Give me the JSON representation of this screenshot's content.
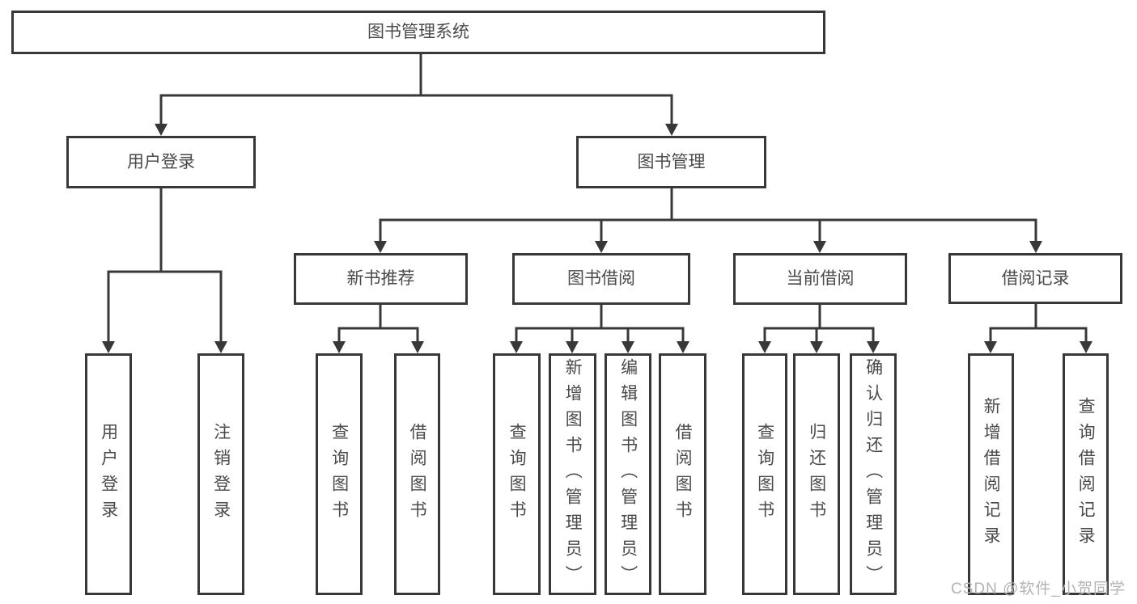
{
  "diagram": {
    "root": {
      "label": "图书管理系统"
    },
    "children": [
      {
        "label": "用户登录",
        "children": [
          {
            "label": "用户登录"
          },
          {
            "label": "注销登录"
          }
        ]
      },
      {
        "label": "图书管理",
        "children": [
          {
            "label": "新书推荐",
            "children": [
              {
                "label": "查询图书"
              },
              {
                "label": "借阅图书"
              }
            ]
          },
          {
            "label": "图书借阅",
            "children": [
              {
                "label": "查询图书"
              },
              {
                "label": "新增图书（管理员）"
              },
              {
                "label": "编辑图书（管理员）"
              },
              {
                "label": "借阅图书"
              }
            ]
          },
          {
            "label": "当前借阅",
            "children": [
              {
                "label": "查询图书"
              },
              {
                "label": "归还图书"
              },
              {
                "label": "确认归还（管理员）"
              }
            ]
          },
          {
            "label": "借阅记录",
            "children": [
              {
                "label": "新增借阅记录"
              },
              {
                "label": "查询借阅记录"
              }
            ]
          }
        ]
      }
    ]
  },
  "watermark": {
    "text": "CSDN @软件_小贺同学"
  },
  "colors": {
    "line": "#383838",
    "text": "#4a4a4a",
    "background": "#ffffff",
    "watermark": "#b3b3b3"
  }
}
